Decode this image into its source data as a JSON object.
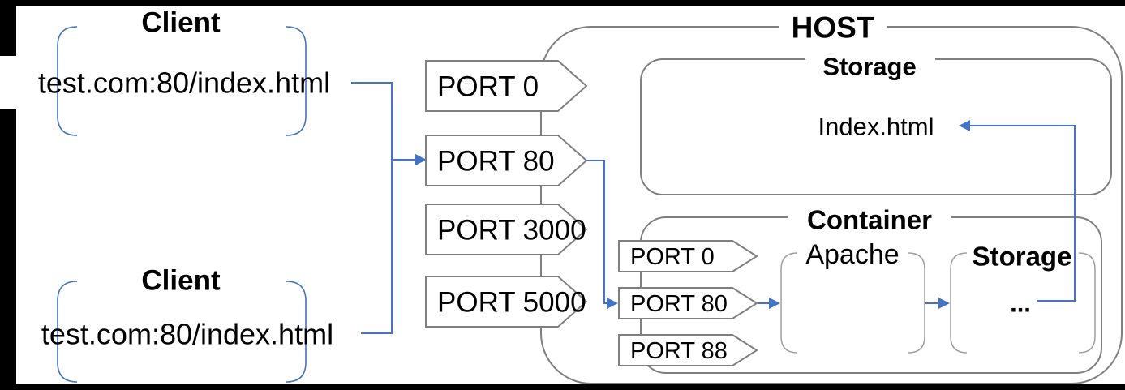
{
  "colors": {
    "accent_blue": "#4472C4",
    "line_gray": "#7F7F7F",
    "bracket_gray": "#9E9E9E",
    "bar_black": "#000000",
    "background": "#FFFFFF",
    "text": "#000000"
  },
  "clients": [
    {
      "title": "Client",
      "url": "test.com:80/index.html"
    },
    {
      "title": "Client",
      "url": "test.com:80/index.html"
    }
  ],
  "host": {
    "title": "HOST",
    "ports": [
      {
        "label": "PORT 0"
      },
      {
        "label": "PORT 80"
      },
      {
        "label": "PORT 3000"
      },
      {
        "label": "PORT 5000"
      }
    ],
    "storage": {
      "title": "Storage",
      "file": "Index.html"
    },
    "container": {
      "title": "Container",
      "ports": [
        {
          "label": "PORT 0"
        },
        {
          "label": "PORT 80"
        },
        {
          "label": "PORT 88"
        }
      ],
      "app": {
        "name": "Apache"
      },
      "storage": {
        "title": "Storage",
        "content": "..."
      }
    }
  }
}
